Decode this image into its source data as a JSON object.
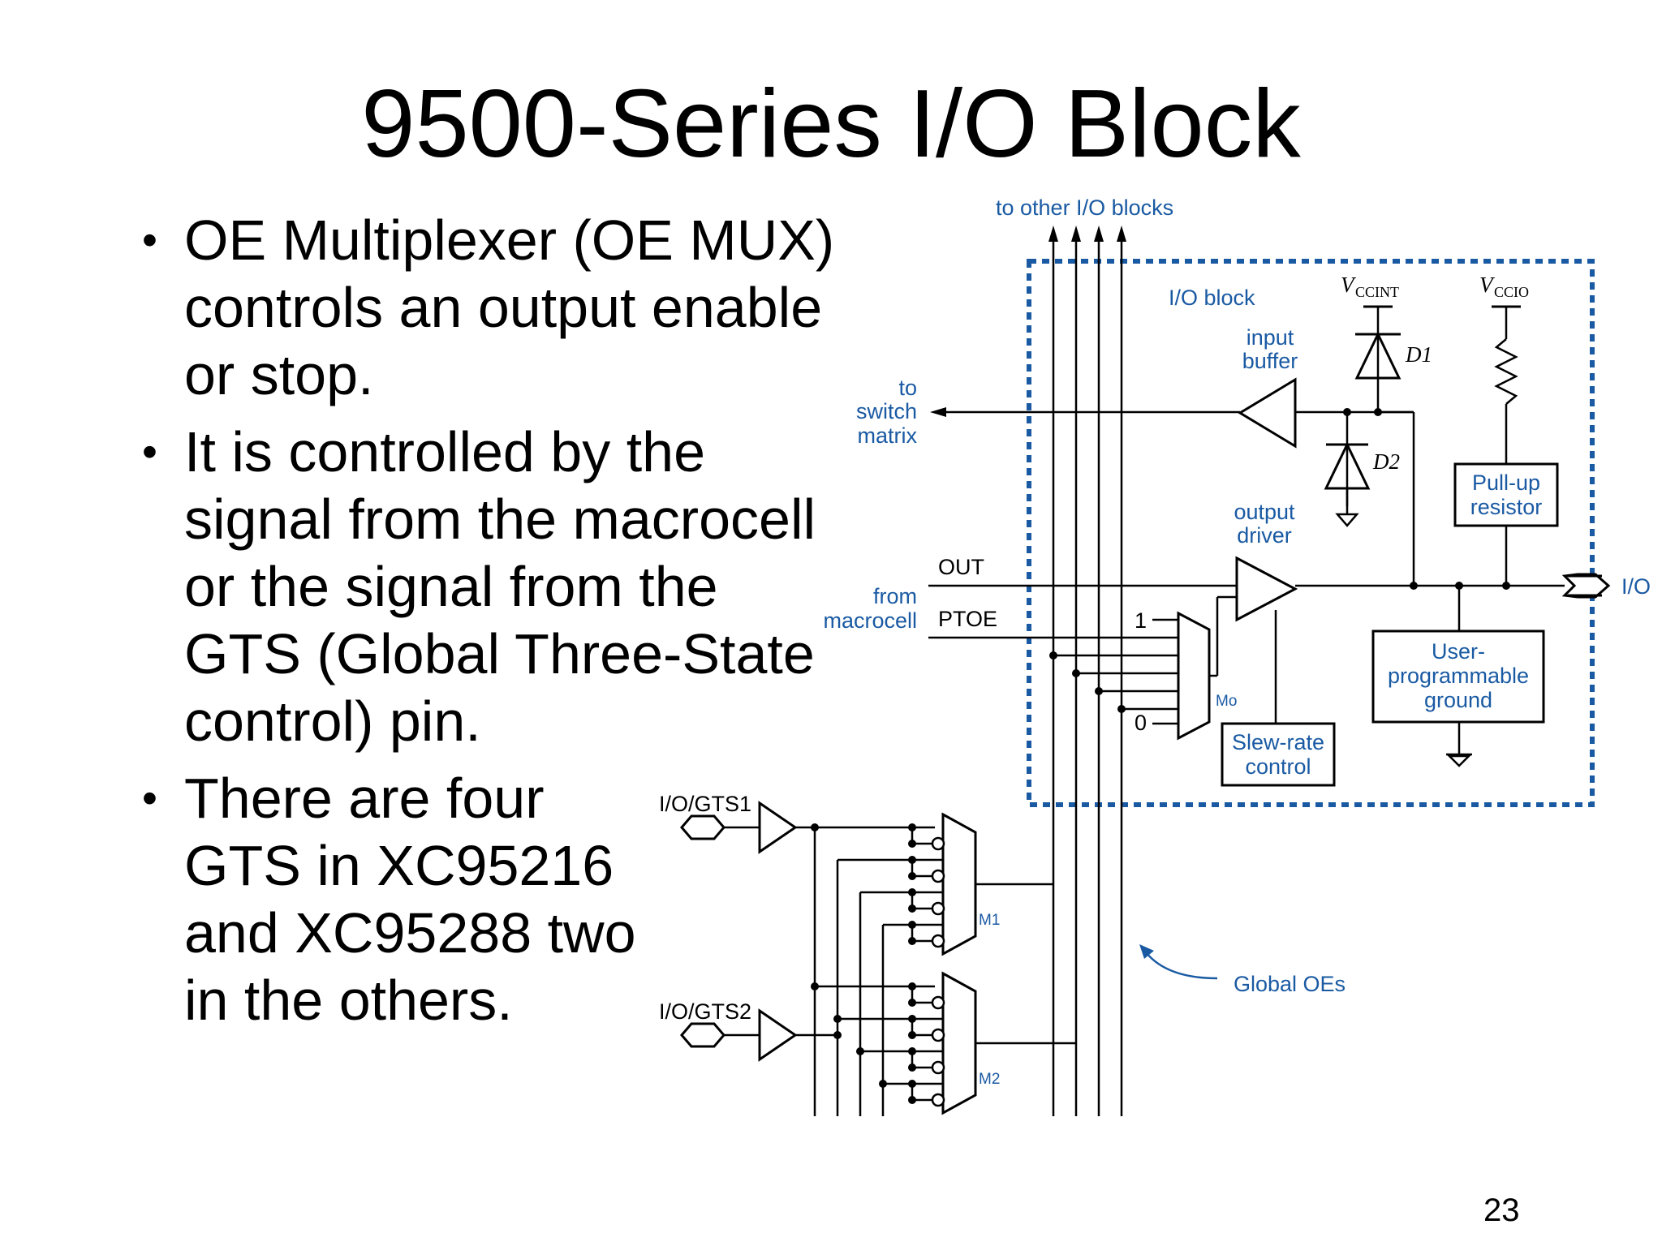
{
  "slide": {
    "title": "9500-Series I/O Block",
    "page_number": "23"
  },
  "bullets": [
    "OE Multiplexer (OE MUX) controls an output enable or stop.",
    "It is controlled by the signal from the macrocell or the signal from the GTS (Global Three-State control) pin.",
    "There are four GTS in XC95216 and XC95288 two in the others."
  ],
  "diagram": {
    "to_other_io_blocks": "to other I/O blocks",
    "io_block": "I/O block",
    "vccint_v": "V",
    "vccint_sub": "CCINT",
    "vccio_v": "V",
    "vccio_sub": "CCIO",
    "input_buffer_line1": "input",
    "input_buffer_line2": "buffer",
    "d1": "D1",
    "d2": "D2",
    "to_switch_line1": "to",
    "to_switch_line2": "switch",
    "to_switch_line3": "matrix",
    "output_driver_line1": "output",
    "output_driver_line2": "driver",
    "pullup_line1": "Pull-up",
    "pullup_line2": "resistor",
    "out_label": "OUT",
    "ptoe_label": "PTOE",
    "from_line1": "from",
    "from_line2": "macrocell",
    "io_pin": "I/O",
    "mux_in_1": "1",
    "mux_in_0": "0",
    "m0": "Mo",
    "upg_line1": "User-",
    "upg_line2": "programmable",
    "upg_line3": "ground",
    "slew_line1": "Slew-rate",
    "slew_line2": "control",
    "gts1": "I/O/GTS1",
    "gts2": "I/O/GTS2",
    "m1": "M1",
    "m2": "M2",
    "global_oes": "Global OEs"
  },
  "colors": {
    "blue_annotation": "#1a5aa3",
    "io_block_border": "#1a5aa3",
    "wire": "#000000"
  }
}
